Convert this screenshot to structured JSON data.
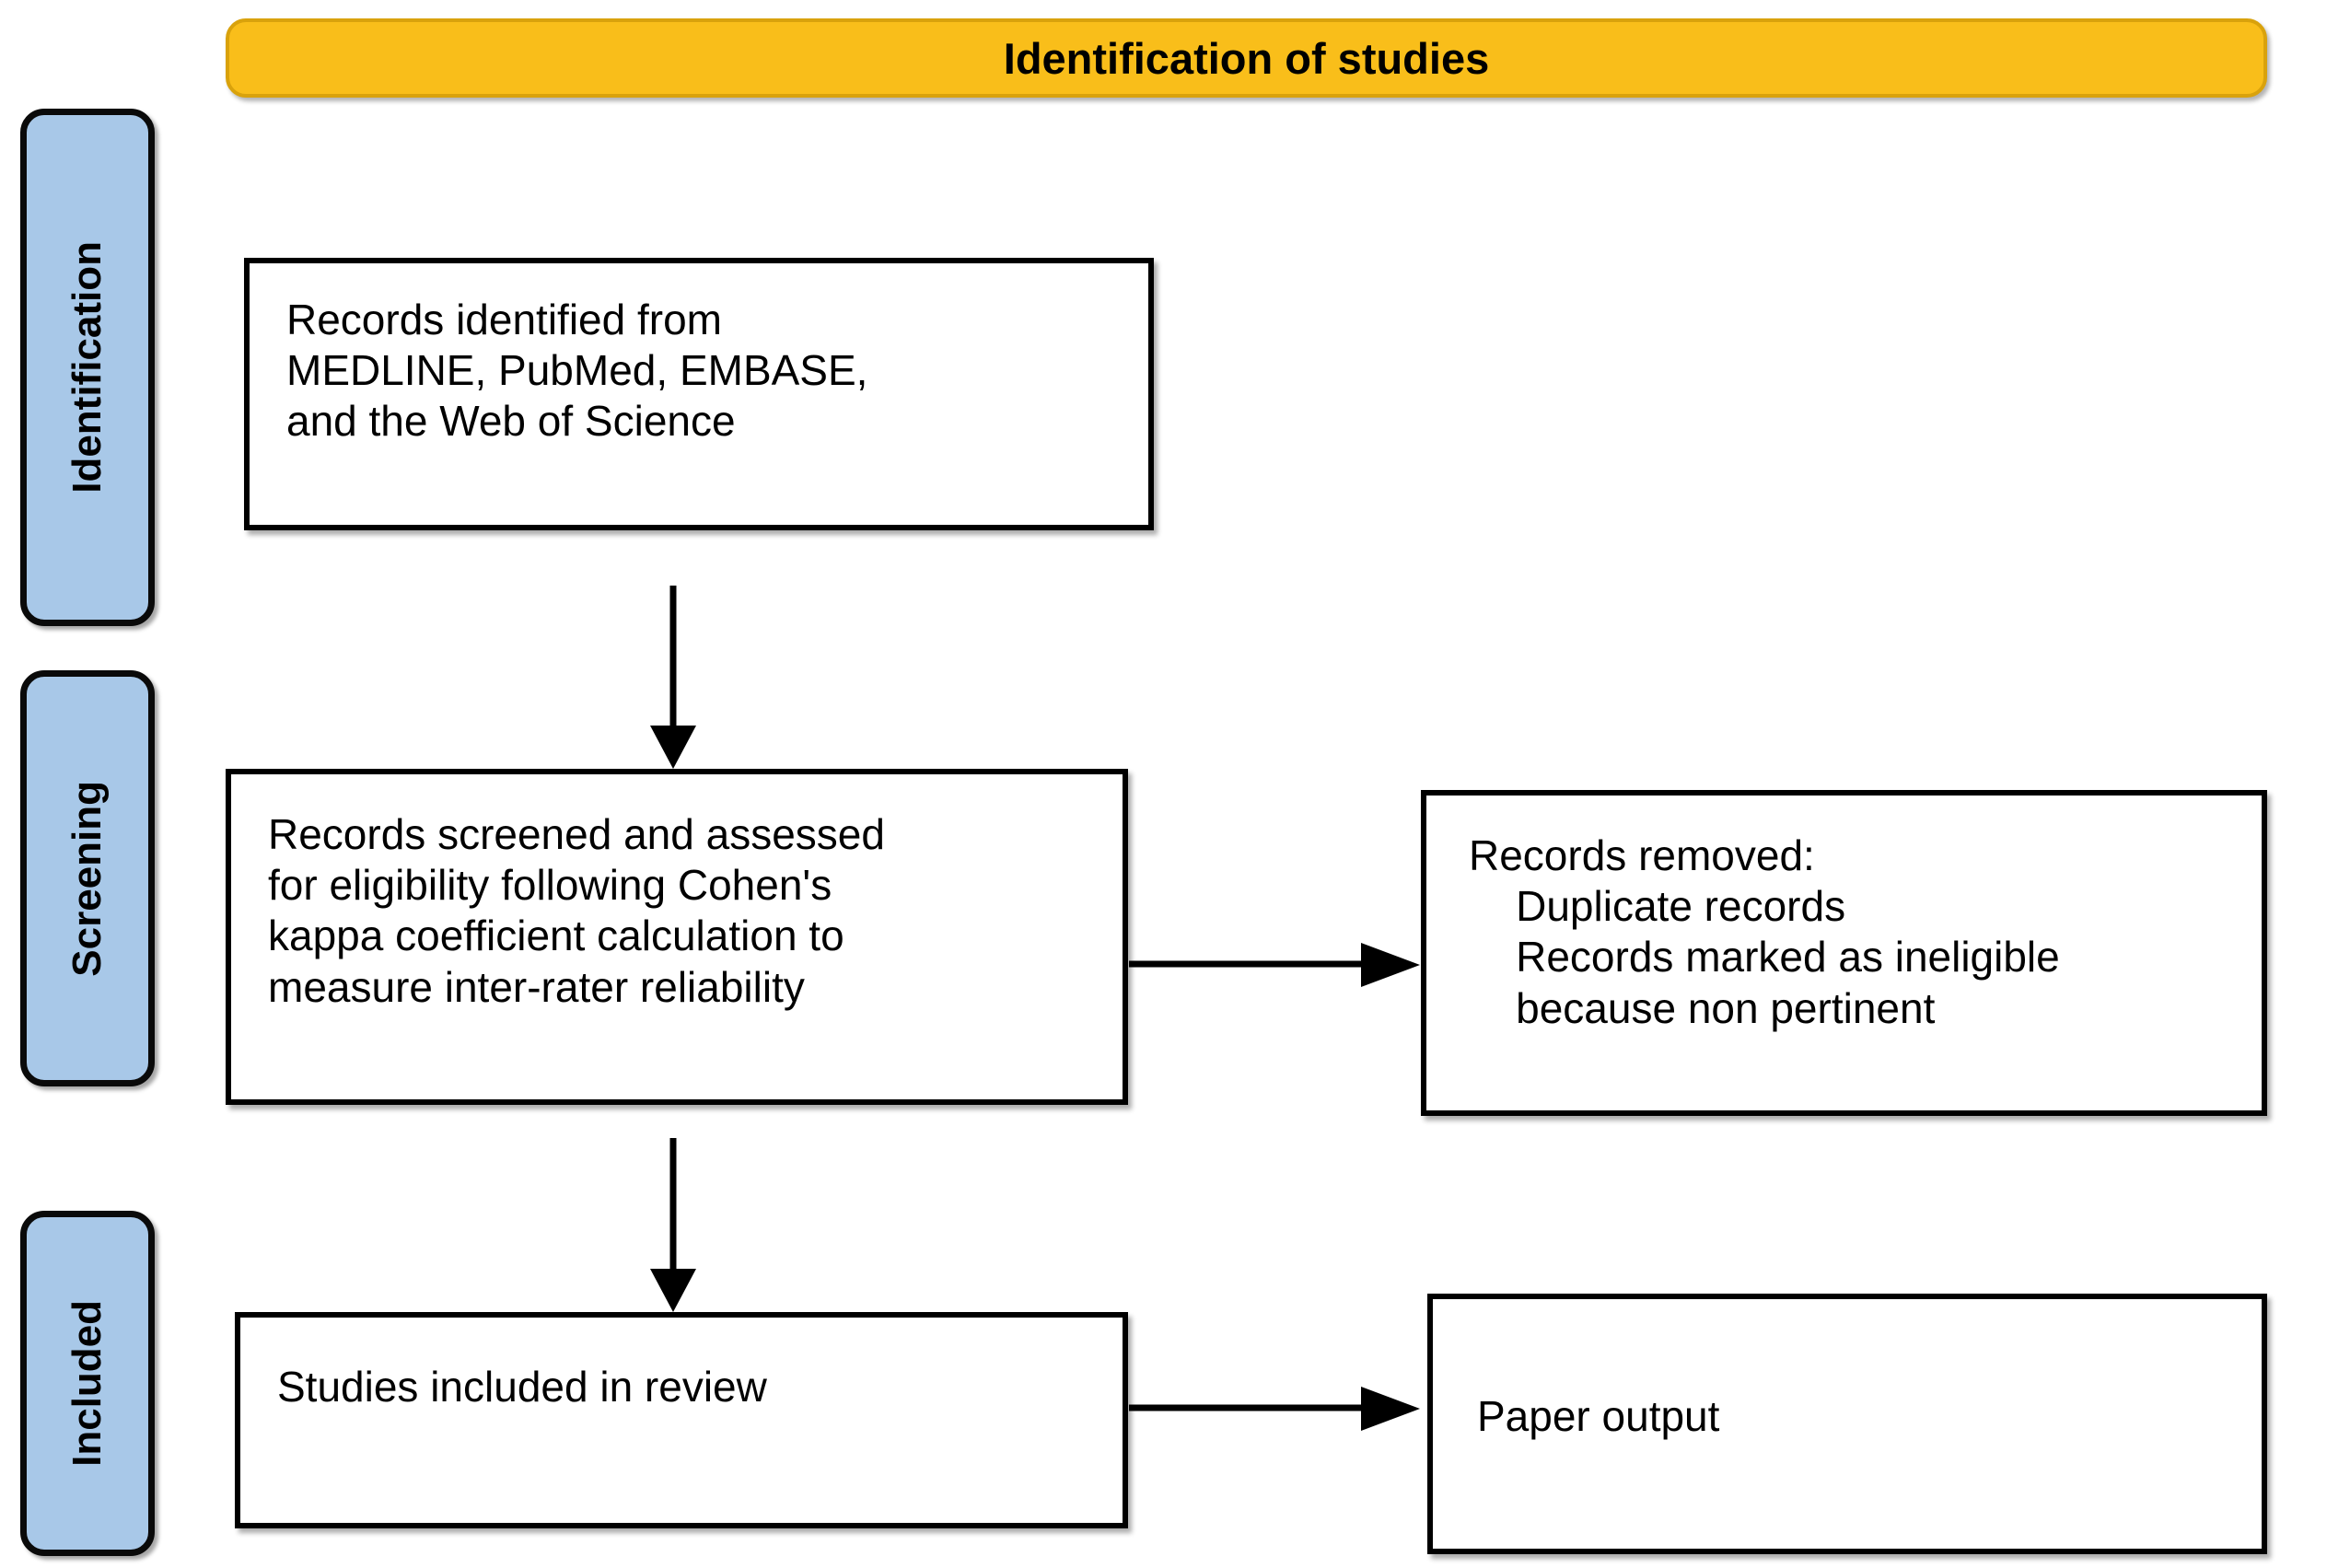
{
  "banner": {
    "title": "Identification of studies",
    "fill_color": "#F9BE1A",
    "border_color": "#D9A20C",
    "text_color": "#000000"
  },
  "phases": [
    {
      "id": "identification",
      "label": "Identification",
      "fill_color": "#A8C8E8"
    },
    {
      "id": "screening",
      "label": "Screening",
      "fill_color": "#A8C8E8"
    },
    {
      "id": "included",
      "label": "Included",
      "fill_color": "#A8C8E8"
    }
  ],
  "boxes": {
    "identified": {
      "text": "Records identified from\nMEDLINE, PubMed, EMBASE,\nand the Web of Science"
    },
    "screened": {
      "text": "Records screened and assessed\nfor eligibility following Cohen's\nkappa coefficient calculation to\nmeasure inter-rater reliability"
    },
    "removed": {
      "text": "Records removed:\n    Duplicate records\n    Records marked as ineligible\n    because non pertinent"
    },
    "included": {
      "text": "Studies included in review"
    },
    "output": {
      "text": "Paper output"
    }
  },
  "arrows": [
    {
      "id": "identified-to-screened",
      "direction": "down",
      "from": "identified",
      "to": "screened"
    },
    {
      "id": "screened-to-removed",
      "direction": "right",
      "from": "screened",
      "to": "removed"
    },
    {
      "id": "screened-to-included",
      "direction": "down",
      "from": "screened",
      "to": "included"
    },
    {
      "id": "included-to-output",
      "direction": "right",
      "from": "included",
      "to": "output"
    }
  ]
}
